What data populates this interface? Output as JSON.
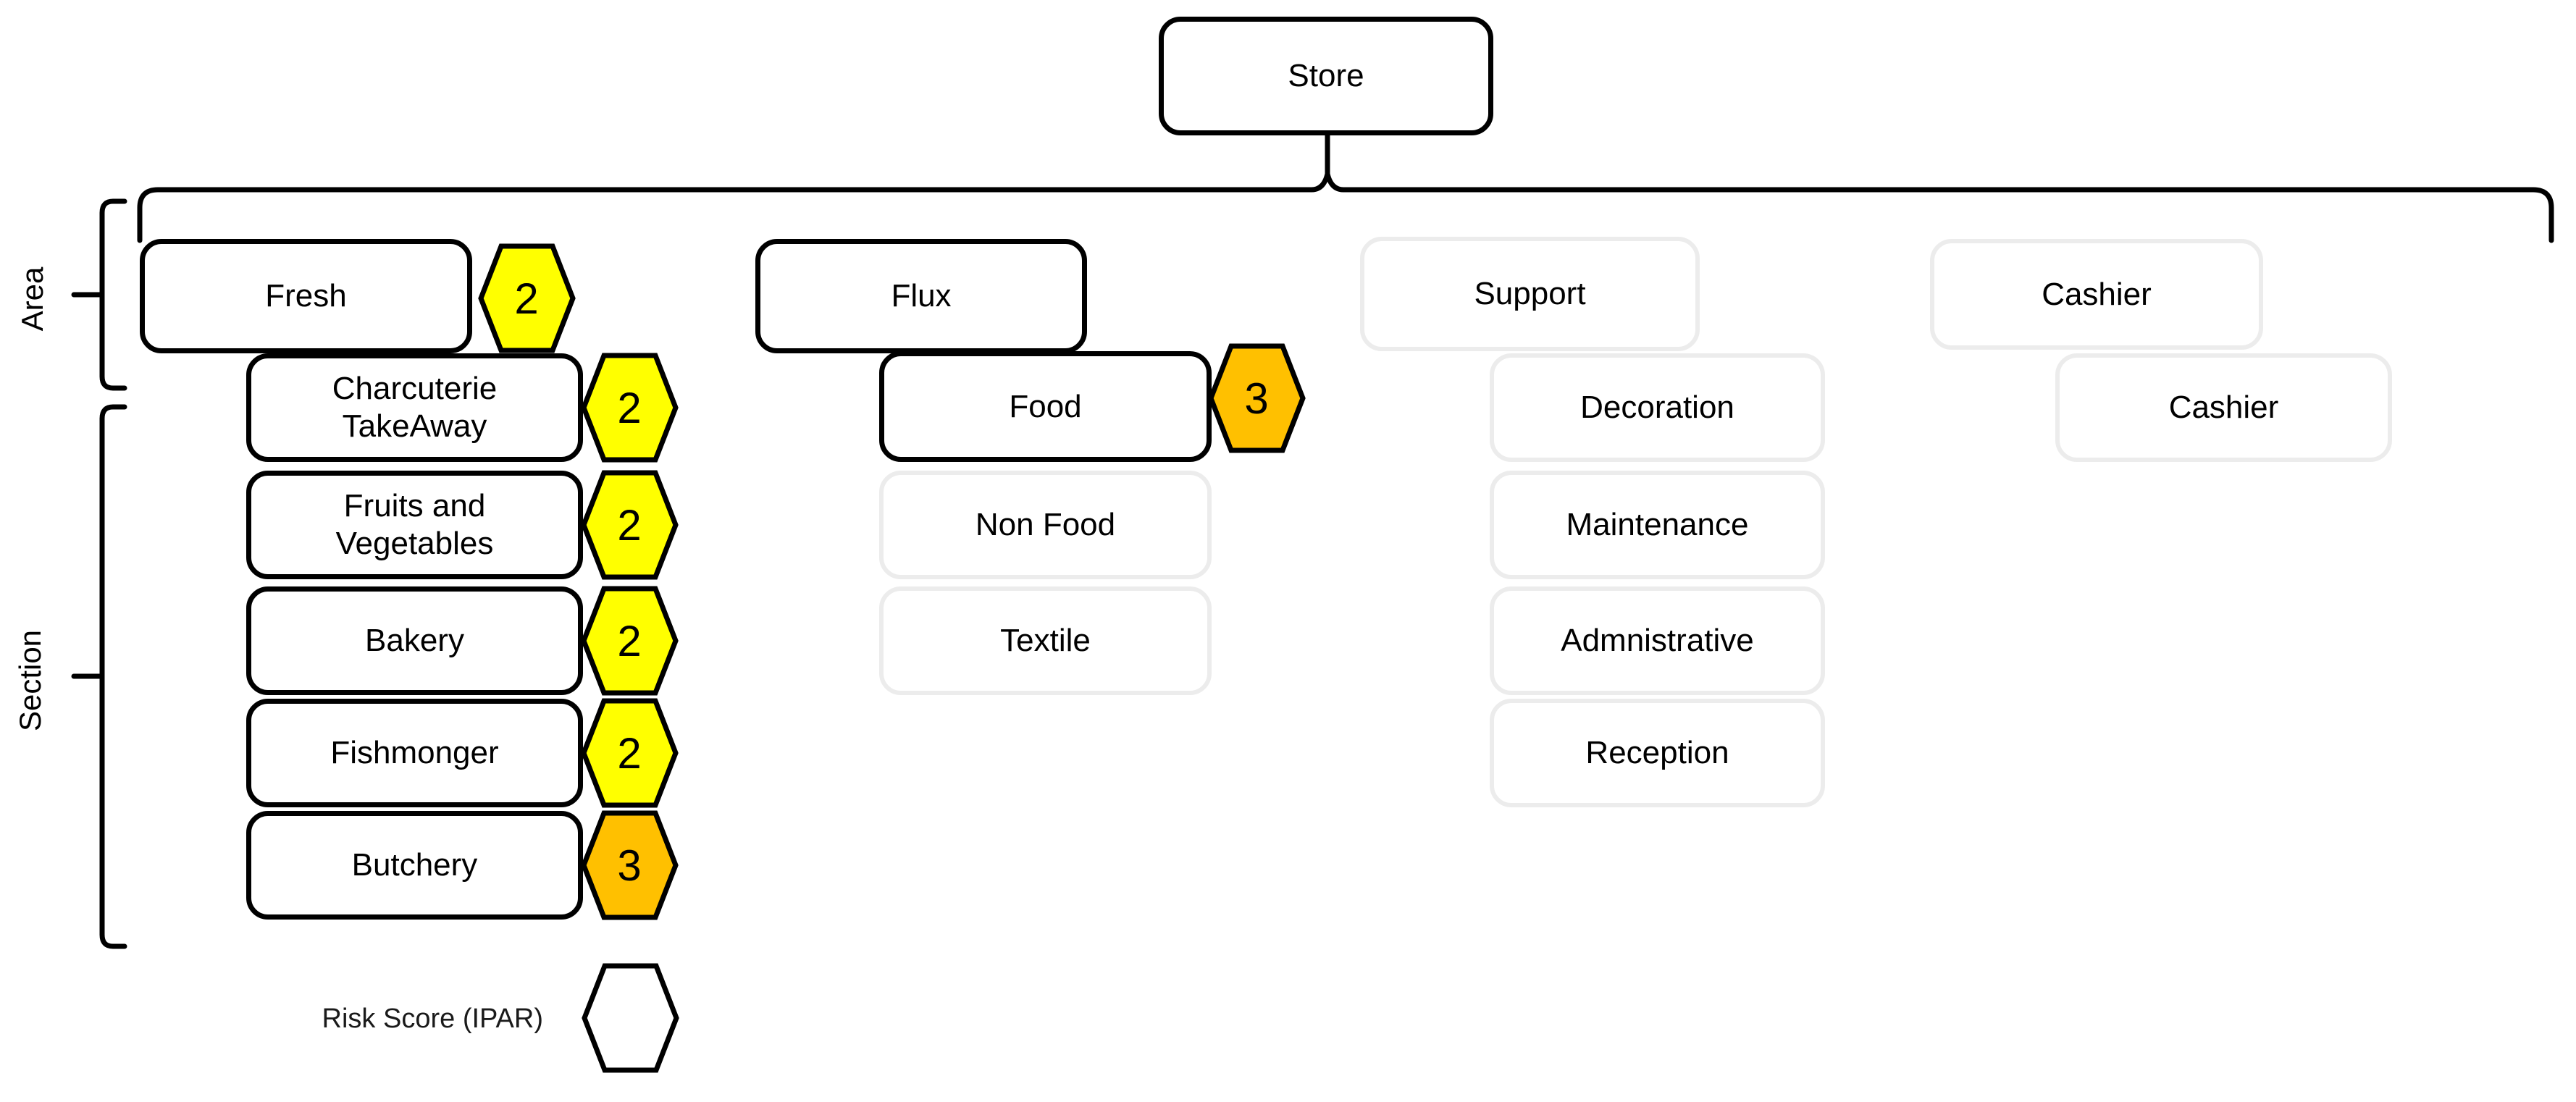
{
  "diagram": {
    "store": {
      "label": "Store"
    },
    "axis_labels": {
      "area": "Area",
      "section": "Section"
    },
    "legend": {
      "label": "Risk Score (IPAR)"
    },
    "colors": {
      "risk_low": "#FFFF00",
      "risk_mid": "#FFC000",
      "legend_fill": "#FFFFFF",
      "line": "#000000",
      "muted_border": "#ECECEC"
    },
    "columns": [
      {
        "area": {
          "label": "Fresh",
          "risk": "2",
          "emphasized": true
        },
        "sections": [
          {
            "label": "Charcuterie\nTakeAway",
            "risk": "2",
            "emphasized": true
          },
          {
            "label": "Fruits and\nVegetables",
            "risk": "2",
            "emphasized": true
          },
          {
            "label": "Bakery",
            "risk": "2",
            "emphasized": true
          },
          {
            "label": "Fishmonger",
            "risk": "2",
            "emphasized": true
          },
          {
            "label": "Butchery",
            "risk": "3",
            "emphasized": true
          }
        ]
      },
      {
        "area": {
          "label": "Flux",
          "emphasized": true
        },
        "sections": [
          {
            "label": "Food",
            "risk": "3",
            "emphasized": true
          },
          {
            "label": "Non Food",
            "emphasized": false
          },
          {
            "label": "Textile",
            "emphasized": false
          }
        ]
      },
      {
        "area": {
          "label": "Support",
          "emphasized": false
        },
        "sections": [
          {
            "label": "Decoration",
            "emphasized": false
          },
          {
            "label": "Maintenance",
            "emphasized": false
          },
          {
            "label": "Admnistrative",
            "emphasized": false
          },
          {
            "label": "Reception",
            "emphasized": false
          }
        ]
      },
      {
        "area": {
          "label": "Cashier",
          "emphasized": false
        },
        "sections": [
          {
            "label": "Cashier",
            "emphasized": false
          }
        ]
      }
    ]
  }
}
